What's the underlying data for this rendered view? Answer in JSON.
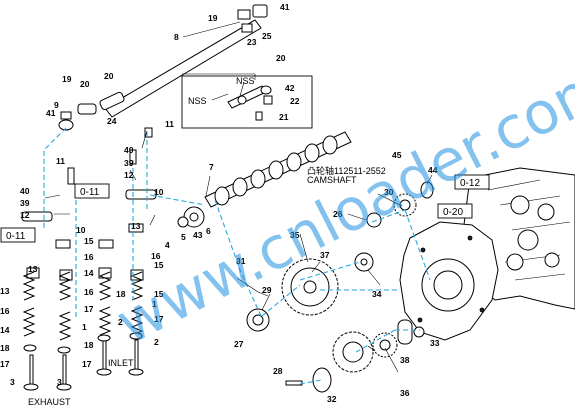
{
  "labels": {
    "n1": "1",
    "n2": "2",
    "n3": "3",
    "n4": "4",
    "n5": "5",
    "n6": "6",
    "n7": "7",
    "n8": "8",
    "n9": "9",
    "n10": "10",
    "n11": "11",
    "n12": "12",
    "n13": "13",
    "n14": "14",
    "n15": "15",
    "n16": "16",
    "n17": "17",
    "n18": "18",
    "n19": "19",
    "n20": "20",
    "n21": "21",
    "n22": "22",
    "n23": "23",
    "n24": "24",
    "n25": "25",
    "n26": "26",
    "n27": "27",
    "n28": "28",
    "n29": "29",
    "n30": "30",
    "n31": "31",
    "n32": "32",
    "n33": "33",
    "n34": "34",
    "n35": "35",
    "n36": "36",
    "n37": "37",
    "n38": "38",
    "n39": "39",
    "n40": "40",
    "n41": "41",
    "n42": "42",
    "n43": "43",
    "n44": "44",
    "n45": "45"
  },
  "refs": {
    "r11": "0-11",
    "r12": "0-12",
    "r20": "0-20"
  },
  "text": {
    "nss": "NSS",
    "camshaft_cn": "凸轮轴112511-2552",
    "camshaft": "CAMSHAFT",
    "inlet": "INLET",
    "exhaust": "EXHAUST"
  },
  "watermark": "www.cnloader.com",
  "colors": {
    "watermark": "#1d8fe0",
    "guide_lines": "#29a7e0",
    "ink": "#000000"
  }
}
